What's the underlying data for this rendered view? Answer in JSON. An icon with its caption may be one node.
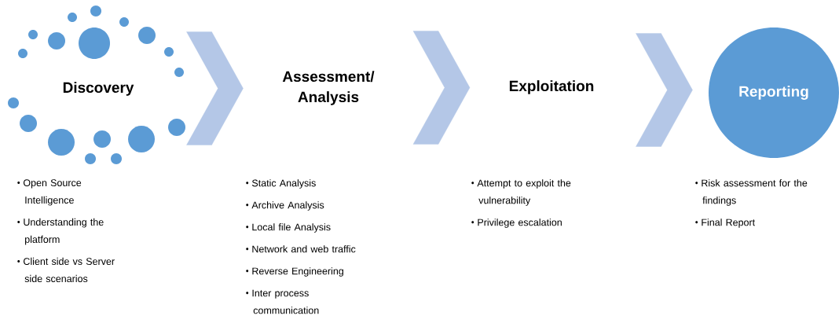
{
  "diagram": {
    "nodes": [
      {
        "text": [
          "Discovery"
        ],
        "beside": [
          "Open Source Intelligence",
          "Understanding the platform",
          "Client side vs Server side scenarios"
        ]
      },
      {
        "text": [
          "Assessment/ Analysis"
        ],
        "beside": [
          "Static Analysis",
          "Archive Analysis",
          "Local file Analysis",
          "Network and web traffic",
          "Reverse Engineering",
          "Inter process communication"
        ]
      },
      {
        "text": [
          "Exploitation"
        ],
        "beside": [
          "Attempt to exploit the vulnerability",
          "Privilege escalation"
        ]
      },
      {
        "text": [
          "Reporting"
        ],
        "beside": [
          "Risk assessment for the findings",
          "Final Report"
        ]
      }
    ],
    "edges": [
      {
        "from": 0,
        "to": 1,
        "arrow": "to"
      },
      {
        "from": 1,
        "to": 2,
        "arrow": "to"
      },
      {
        "from": 2,
        "to": 3,
        "arrow": "to"
      }
    ]
  }
}
